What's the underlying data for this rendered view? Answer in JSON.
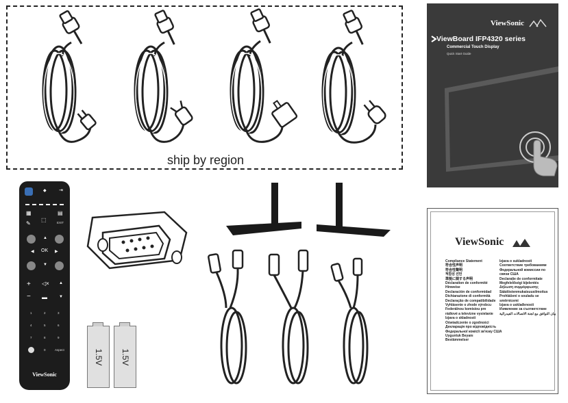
{
  "power_cords": {
    "region_label": "ship by region",
    "variants": [
      "us-plug-icon",
      "au-plug-icon",
      "uk-plug-icon",
      "eu-plug-icon"
    ]
  },
  "quick_start_guide": {
    "brand": "ViewSonic",
    "title": "ViewBoard IFP4320 series",
    "subtitle": "Commercial Touch Display",
    "guide_label": "Quick Start Guide"
  },
  "compliance_booklet": {
    "brand": "ViewSonic",
    "left_column": [
      "Compliance Statement",
      "符合性声明",
      "符合性聲明",
      "적합성 선언",
      "準拠に関する声明",
      "Déclaration de conformité",
      "Hinweise",
      "Declaración de conformidad",
      "Dichiarazione di conformità",
      "Declaração de compatibilidade",
      "Vyhlásenie o zhode výrobcu",
      "Federálnou komisiou pre",
      "rádiové a televízne vysielanie",
      "Izjava o skladnosti",
      "Oświadczenie o zgodności",
      "Декларація про відповідність",
      "Федеральної комісії зв'язку США",
      "Uygunluk Beyanı",
      "Bestämmelser"
    ],
    "right_column": [
      "Izjava o sukladnosti",
      "Соответствие требованиям",
      "Федеральной комиссии по",
      "связи США",
      "Declarație de conformitate",
      "Megfelelőségi kijelentés",
      "Δήλωση συμμόρφωσης",
      "Säädöstenmukaisuusilmoitus",
      "Prohlášení o souladu se",
      "směrnicemi",
      "Izjava o usklađenosti",
      "Изявление за съответствие",
      "بيان التوافق مع لجنة الاتصالات الفيدرالية"
    ]
  },
  "remote": {
    "brand": "ViewSonic",
    "ok_label": "OK",
    "vol_plus": "+",
    "vol_minus": "−",
    "mute_symbol": "◁×",
    "exit_label": "EXIT",
    "number_keys": [
      "1",
      "2",
      "3",
      "4",
      "5",
      "6",
      "7",
      "8",
      "9",
      "0"
    ],
    "aspect_label": "Aspect"
  },
  "batteries": {
    "labels": [
      "1.5V",
      "1.5V"
    ]
  },
  "items": [
    "rs232-adapter-icon",
    "stand-feet-icon",
    "hdmi-cable-icon",
    "usb-cable-icon",
    "touch-cable-icon"
  ]
}
